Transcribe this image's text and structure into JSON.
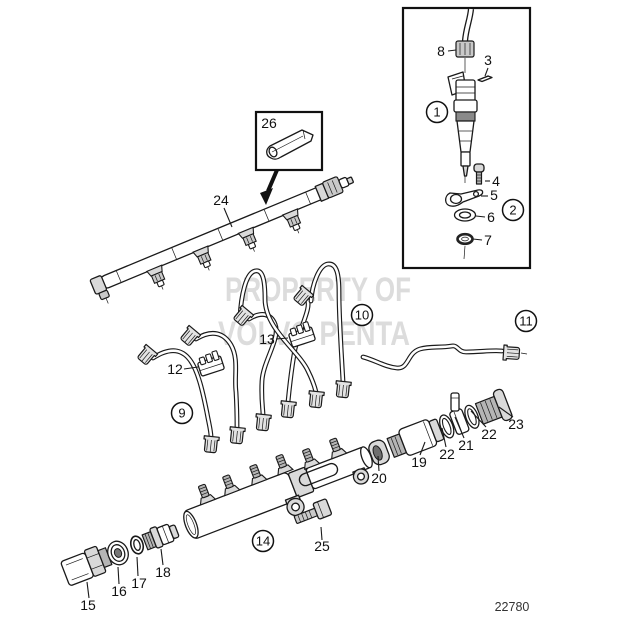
{
  "watermark": {
    "line1": "PROPERTY OF",
    "line2": "VOLVO PENTA",
    "color": "#d9d9d9"
  },
  "drawing_number": "22780",
  "diagram_colors": {
    "ink": "#1a1a1a",
    "background": "#ffffff",
    "fill_light": "#d9d9d9",
    "fill_mid": "#b5b5b5",
    "fill_dark": "#6f6f6f"
  },
  "callouts": {
    "plain": {
      "p3": "3",
      "p4": "4",
      "p5": "5",
      "p6": "6",
      "p7": "7",
      "p8": "8",
      "p12": "12",
      "p13": "13",
      "p15": "15",
      "p16": "16",
      "p17": "17",
      "p18": "18",
      "p19": "19",
      "p20": "20",
      "p21": "21",
      "p22a": "22",
      "p22b": "22",
      "p23": "23",
      "p24": "24",
      "p25": "25",
      "p26": "26"
    },
    "circled": {
      "c1": "1",
      "c2": "2",
      "c9": "9",
      "c10": "10",
      "c11": "11",
      "c14": "14"
    }
  }
}
